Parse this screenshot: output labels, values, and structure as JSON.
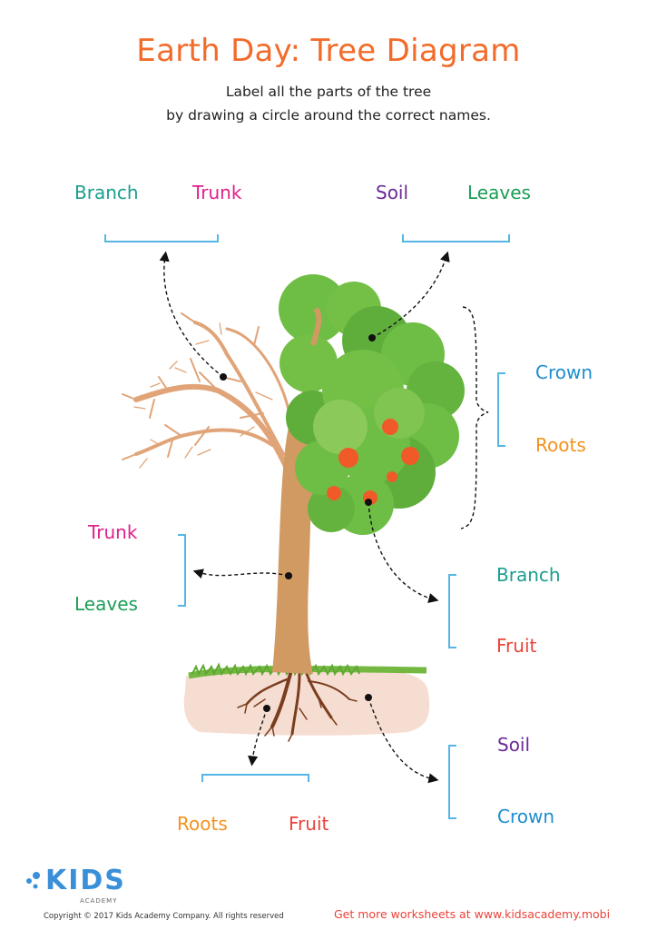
{
  "header": {
    "title": "Earth Day: Tree Diagram",
    "instructions_line1": "Label all the parts of the tree",
    "instructions_line2": "by drawing a circle around the correct names."
  },
  "labels": {
    "top_left": [
      "Branch",
      "Trunk"
    ],
    "top_right": [
      "Soil",
      "Leaves"
    ],
    "right_crown": [
      "Crown",
      "Roots"
    ],
    "left_trunk": [
      "Trunk",
      "Leaves"
    ],
    "right_fruit": [
      "Branch",
      "Fruit"
    ],
    "right_soil": [
      "Soil",
      "Crown"
    ],
    "bottom_roots": [
      "Roots",
      "Fruit"
    ]
  },
  "colors": {
    "title": "#f26b2a",
    "teal": "#1a9e8f",
    "magenta": "#e0208a",
    "purple": "#6a2a98",
    "green": "#1a9e55",
    "blue": "#1d8ecf",
    "orange": "#f4921e",
    "red": "#e8433a",
    "bracket": "#55b6e6"
  },
  "footer": {
    "logo": "KIDS",
    "logo_sub": "ACADEMY",
    "copyright": "Copyright © 2017 Kids Academy Company. All rights reserved",
    "link": "Get more worksheets at www.kidsacademy.mobi"
  }
}
